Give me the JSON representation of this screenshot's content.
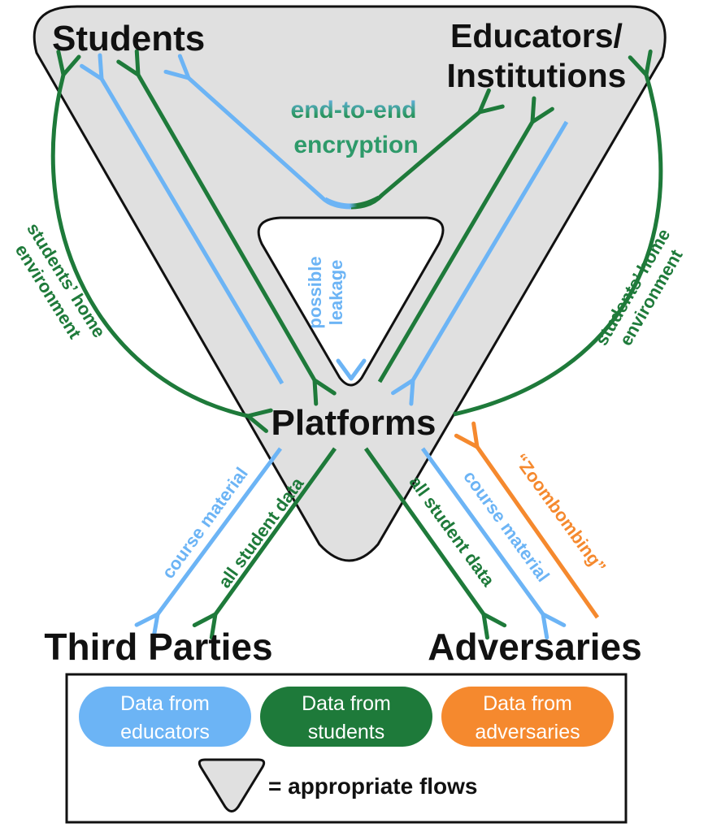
{
  "nodes": {
    "students": "Students",
    "educators_line1": "Educators/",
    "educators_line2": "Institutions",
    "platforms": "Platforms",
    "third_parties": "Third Parties",
    "adversaries": "Adversaries"
  },
  "flow_labels": {
    "e2e_line1": "end-to-end",
    "e2e_line2": "encryption",
    "leakage_line1": "possible",
    "leakage_line2": "leakage",
    "home_left_line1": "students’ home",
    "home_left_line2": "environment",
    "home_right_line1": "students’ home",
    "home_right_line2": "environment",
    "course_material_left": "course material",
    "all_student_data_left": "all student data",
    "all_student_data_right": "all student data",
    "course_material_right": "course material",
    "zoombombing": "“Zoombombing”"
  },
  "legend": {
    "educators_line1": "Data from",
    "educators_line2": "educators",
    "students_line1": "Data from",
    "students_line2": "students",
    "adversaries_line1": "Data from",
    "adversaries_line2": "adversaries",
    "appropriate": "= appropriate flows"
  },
  "colors": {
    "educators": "#6cb4f5",
    "students": "#1e7a3a",
    "adversaries": "#f5892e",
    "appropriate_region": "#e0e0e0",
    "outline": "#111111"
  }
}
